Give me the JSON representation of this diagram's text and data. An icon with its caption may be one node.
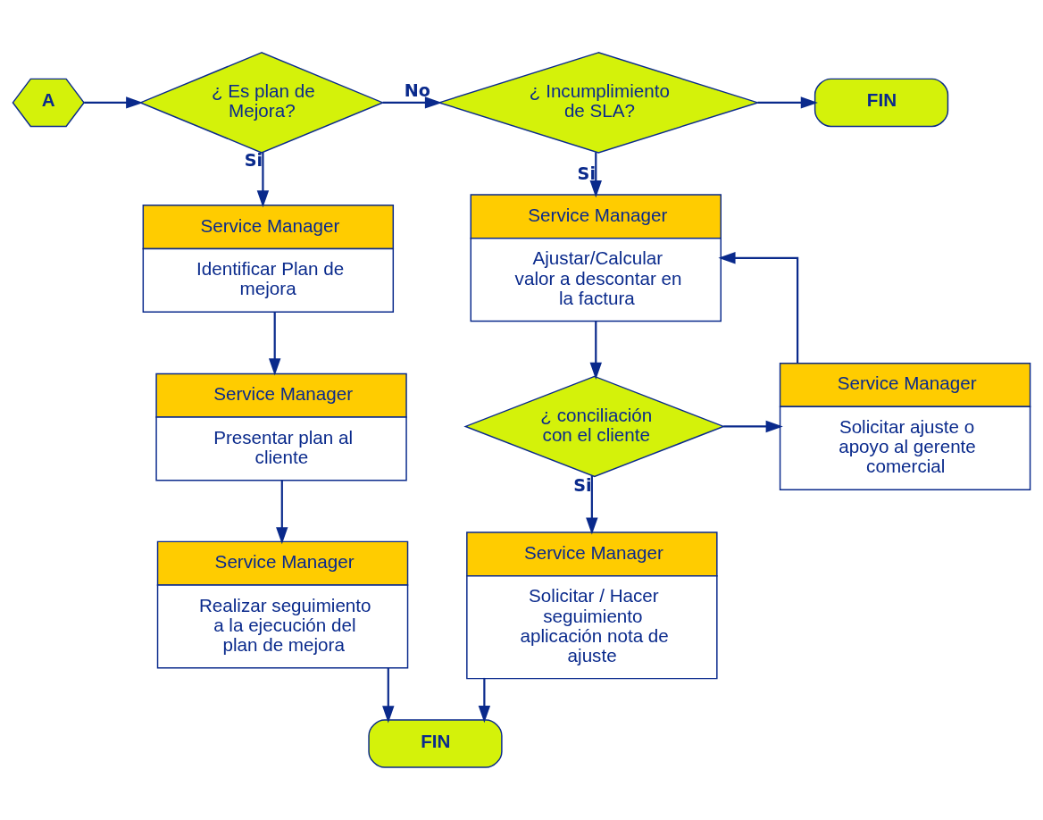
{
  "diagram": {
    "nodes": [
      {
        "text": [
          "A"
        ]
      },
      {
        "text": [
          "¿ Es plan de Mejora?"
        ]
      },
      {
        "text": [
          "¿ Incumplimiento de SLA?"
        ]
      },
      {
        "text": [
          "FIN"
        ]
      },
      {
        "text": [
          "Service Manager",
          "Identificar Plan de mejora"
        ]
      },
      {
        "text": [
          "Service Manager",
          "Ajustar/Calcular valor a descontar en la factura"
        ]
      },
      {
        "text": [
          "Service Manager",
          "Presentar plan al cliente"
        ]
      },
      {
        "text": [
          "¿ conciliación con el cliente"
        ]
      },
      {
        "text": [
          "Service Manager",
          "Realizar seguimiento a la ejecución del plan de mejora"
        ]
      },
      {
        "text": [
          "Service Manager",
          "Solicitar ajuste o apoyo al gerente comercial"
        ]
      },
      {
        "text": [
          "Service Manager",
          "Solicitar / Hacer seguimiento aplicación nota de ajuste"
        ]
      },
      {
        "text": [
          "FIN"
        ]
      }
    ],
    "edges": [
      {
        "from": 0,
        "to": 1,
        "arrow": "to"
      },
      {
        "from": 1,
        "to": 2,
        "arrow": "to",
        "label": "No"
      },
      {
        "from": 2,
        "to": 3,
        "arrow": "to"
      },
      {
        "from": 1,
        "to": 4,
        "arrow": "to",
        "label": "Si"
      },
      {
        "from": 4,
        "to": 6,
        "arrow": "to"
      },
      {
        "from": 6,
        "to": 8,
        "arrow": "to"
      },
      {
        "from": 8,
        "to": 11,
        "arrow": "to"
      },
      {
        "from": 2,
        "to": 5,
        "arrow": "to",
        "label": "Si"
      },
      {
        "from": 5,
        "to": 7,
        "arrow": "to"
      },
      {
        "from": 7,
        "to": 9,
        "arrow": "to"
      },
      {
        "from": 9,
        "to": 5,
        "arrow": "to"
      },
      {
        "from": 7,
        "to": 10,
        "arrow": "to",
        "label": "Si"
      },
      {
        "from": 10,
        "to": 11,
        "arrow": "to"
      }
    ]
  }
}
